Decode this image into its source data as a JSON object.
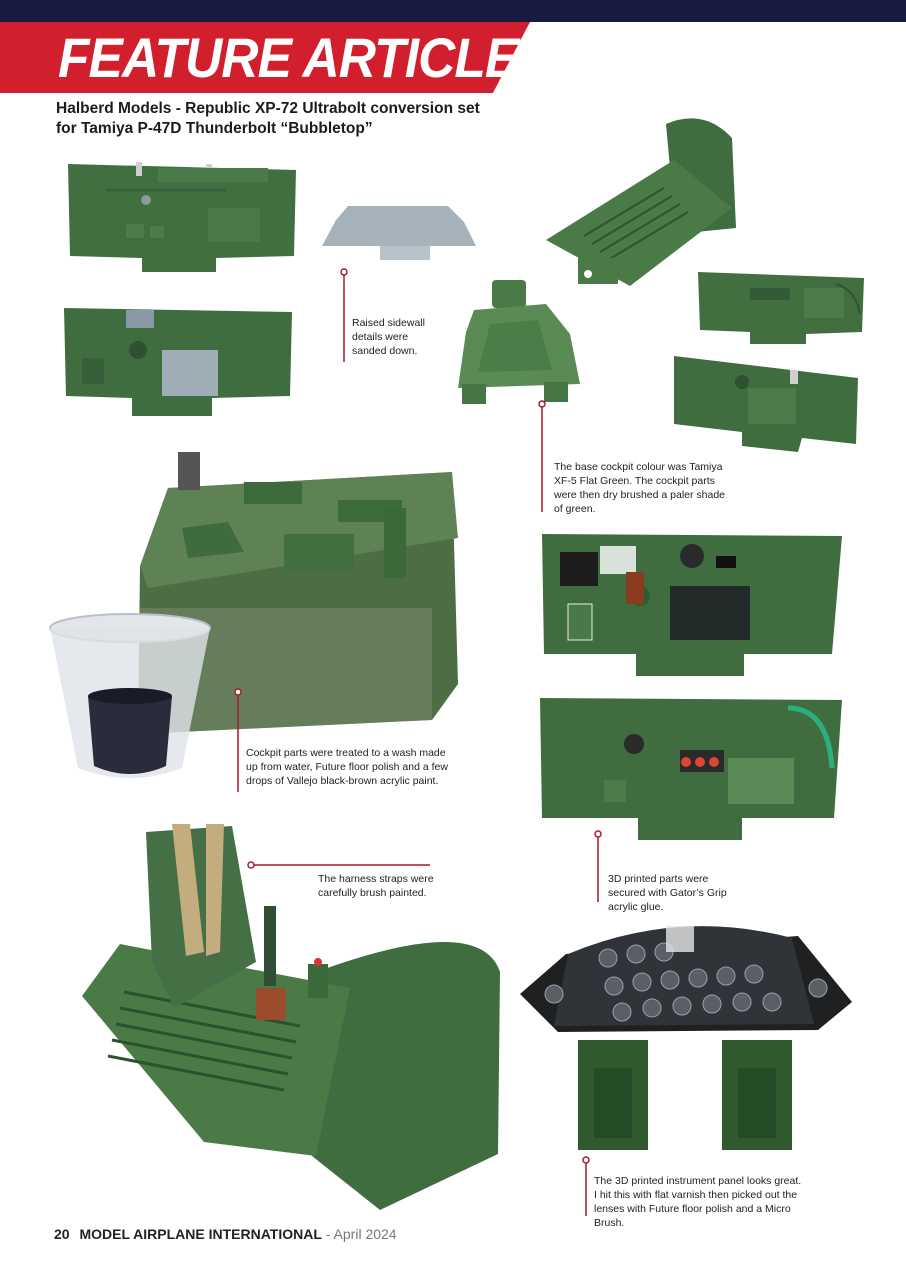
{
  "header": {
    "section_label": "FEATURE ARTICLE",
    "subtitle_line1": "Halberd Models - Republic XP-72 Ultrabolt conversion set",
    "subtitle_line2": "for Tamiya P-47D Thunderbolt “Bubbletop”"
  },
  "captions": {
    "sidewall": "Raised sidewall details were sanded down.",
    "base_colour": "The base cockpit colour was Tamiya XF-5 Flat Green. The cockpit parts were then dry brushed a paler shade of green.",
    "wash": "Cockpit parts were treated to a wash made up from water, Future floor polish and a few drops of Vallejo black-brown acrylic paint.",
    "harness": "The harness straps were carefully brush painted.",
    "printed_parts": "3D printed parts were secured with Gator’s Grip acrylic glue.",
    "instrument_panel": "The 3D printed instrument panel looks great. I hit this with flat varnish then picked out the lenses with Future floor polish and a Micro Brush."
  },
  "footer": {
    "page_number": "20",
    "magazine": "MODEL AIRPLANE INTERNATIONAL",
    "date": " - April 2024"
  },
  "colors": {
    "top_bar": "#161b3f",
    "banner_red": "#d11f2e",
    "part_green": "#3f6e3f",
    "leader_red": "#a8192a"
  }
}
